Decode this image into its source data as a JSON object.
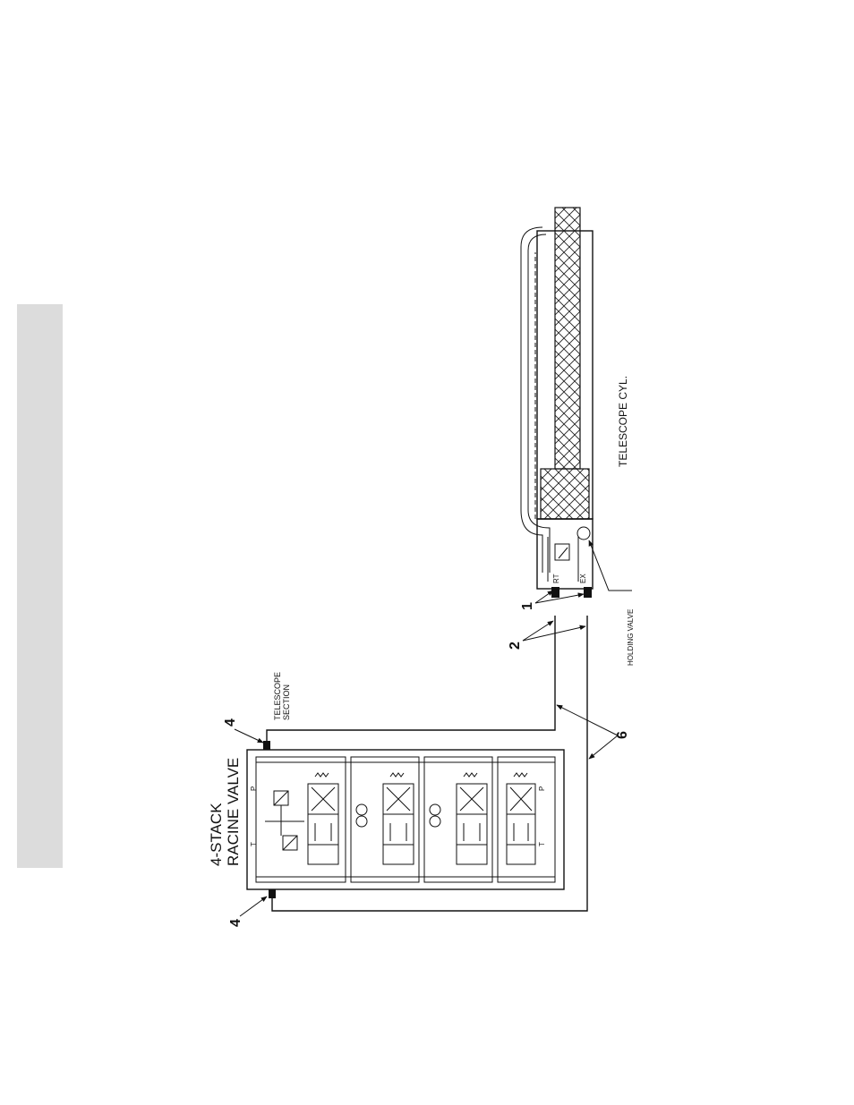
{
  "diagram": {
    "valve_title_line1": "4-STACK",
    "valve_title_line2": "RACINE VALVE",
    "section_line1": "TELESCOPE",
    "section_line2": "SECTION",
    "cylinder_label": "TELESCOPE CYL.",
    "holding_valve_label": "HOLDING VALVE",
    "port_rt": "RT",
    "port_ex": "EX",
    "port_p_top": "P",
    "port_t_top": "T",
    "port_p_bottom": "P",
    "port_t_bottom": "T",
    "callouts": [
      "1",
      "2",
      "4",
      "4",
      "6"
    ]
  },
  "colors": {
    "line": "#111111",
    "band": "#dcdcdc"
  }
}
